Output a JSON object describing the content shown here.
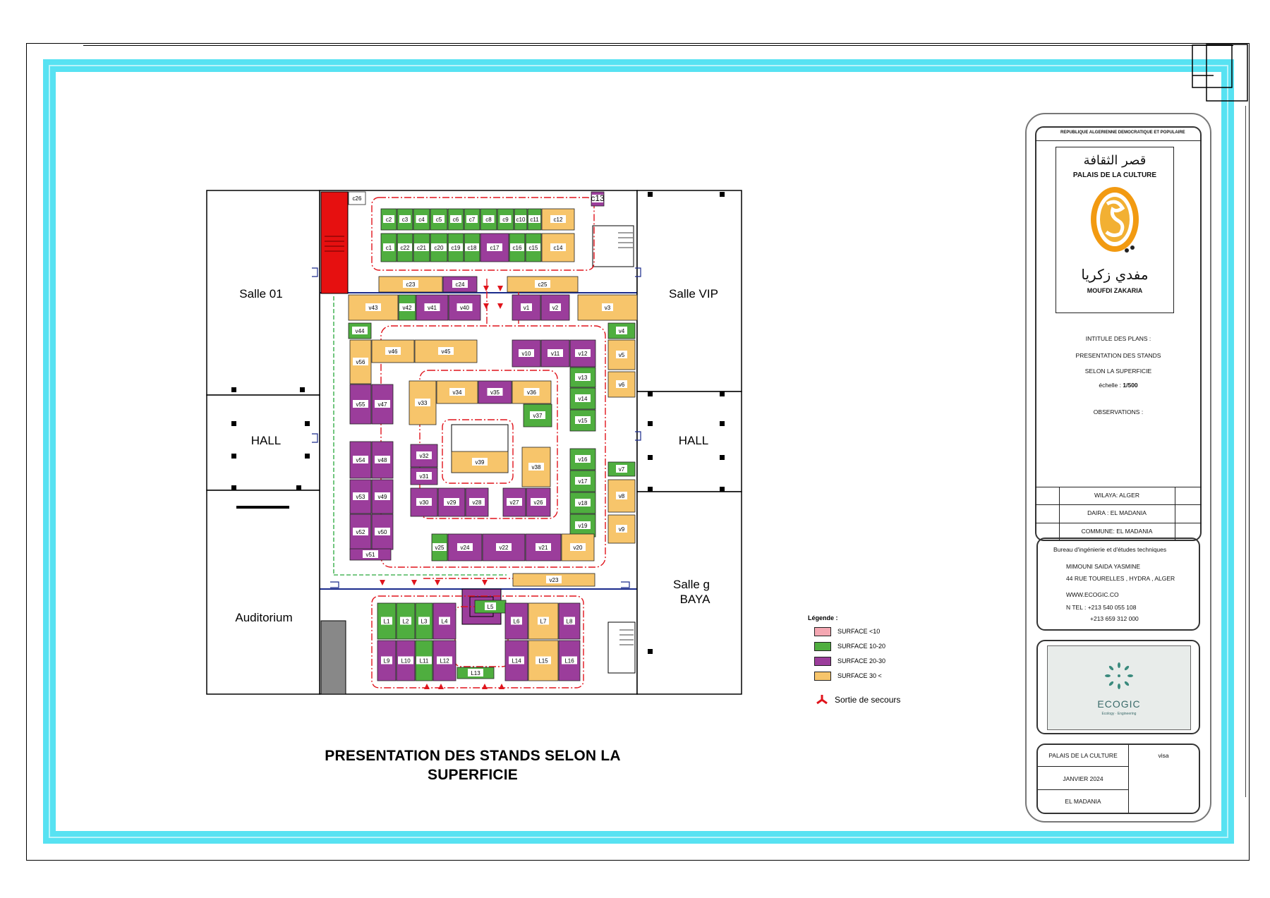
{
  "colors": {
    "under10": "#f4a7b2",
    "s10_20": "#4fae3f",
    "s20_30": "#9b3d9b",
    "s30plus": "#f7c56b",
    "frame": "#57e2f2",
    "exit": "#e0141c",
    "red_zone": "#e61010"
  },
  "rooms": {
    "salle01": "Salle  01",
    "hall_left": "HALL",
    "auditorium": "Auditorium",
    "salle_vip": "Salle  VIP",
    "hall_right": "HALL",
    "salle_baya_1": "Salle g",
    "salle_baya_2": "BAYA"
  },
  "stands": [
    {
      "id": "c2",
      "size": "s10_20"
    },
    {
      "id": "c3",
      "size": "s10_20"
    },
    {
      "id": "c4",
      "size": "s10_20"
    },
    {
      "id": "c5",
      "size": "s10_20"
    },
    {
      "id": "c6",
      "size": "s10_20"
    },
    {
      "id": "c7",
      "size": "s10_20"
    },
    {
      "id": "c8",
      "size": "s10_20"
    },
    {
      "id": "c9",
      "size": "s10_20"
    },
    {
      "id": "c10",
      "size": "s10_20"
    },
    {
      "id": "c11",
      "size": "s10_20"
    },
    {
      "id": "c12",
      "size": "s30plus"
    },
    {
      "id": "c1",
      "size": "s10_20"
    },
    {
      "id": "c22",
      "size": "s10_20"
    },
    {
      "id": "c21",
      "size": "s10_20"
    },
    {
      "id": "c20",
      "size": "s10_20"
    },
    {
      "id": "c19",
      "size": "s10_20"
    },
    {
      "id": "c18",
      "size": "s10_20"
    },
    {
      "id": "c17",
      "size": "s20_30"
    },
    {
      "id": "c16",
      "size": "s10_20"
    },
    {
      "id": "c15",
      "size": "s10_20"
    },
    {
      "id": "c14",
      "size": "s30plus"
    },
    {
      "id": "c26",
      "size": "none"
    },
    {
      "id": "c13",
      "size": "s20_30"
    },
    {
      "id": "c23",
      "size": "s30plus"
    },
    {
      "id": "c24",
      "size": "s20_30"
    },
    {
      "id": "c25",
      "size": "s30plus"
    },
    {
      "id": "v43",
      "size": "s30plus"
    },
    {
      "id": "v42",
      "size": "s10_20"
    },
    {
      "id": "v41",
      "size": "s20_30"
    },
    {
      "id": "v40",
      "size": "s20_30"
    },
    {
      "id": "v1",
      "size": "s20_30"
    },
    {
      "id": "v2",
      "size": "s20_30"
    },
    {
      "id": "v3",
      "size": "s30plus"
    },
    {
      "id": "v44",
      "size": "s10_20"
    },
    {
      "id": "v4",
      "size": "s10_20"
    },
    {
      "id": "v56",
      "size": "s30plus"
    },
    {
      "id": "v46",
      "size": "s30plus"
    },
    {
      "id": "v45",
      "size": "s30plus"
    },
    {
      "id": "v10",
      "size": "s20_30"
    },
    {
      "id": "v11",
      "size": "s20_30"
    },
    {
      "id": "v12",
      "size": "s20_30"
    },
    {
      "id": "v5",
      "size": "s30plus"
    },
    {
      "id": "v13",
      "size": "s10_20"
    },
    {
      "id": "v6",
      "size": "s30plus"
    },
    {
      "id": "v55",
      "size": "s20_30"
    },
    {
      "id": "v47",
      "size": "s20_30"
    },
    {
      "id": "v33",
      "size": "s30plus"
    },
    {
      "id": "v34",
      "size": "s30plus"
    },
    {
      "id": "v35",
      "size": "s20_30"
    },
    {
      "id": "v36",
      "size": "s30plus"
    },
    {
      "id": "v14",
      "size": "s10_20"
    },
    {
      "id": "v37",
      "size": "s10_20"
    },
    {
      "id": "v15",
      "size": "s10_20"
    },
    {
      "id": "v39",
      "size": "s30plus"
    },
    {
      "id": "v32",
      "size": "s20_30"
    },
    {
      "id": "v31",
      "size": "s20_30"
    },
    {
      "id": "v38",
      "size": "s30plus"
    },
    {
      "id": "v54",
      "size": "s20_30"
    },
    {
      "id": "v48",
      "size": "s20_30"
    },
    {
      "id": "v16",
      "size": "s10_20"
    },
    {
      "id": "v7",
      "size": "s10_20"
    },
    {
      "id": "v17",
      "size": "s10_20"
    },
    {
      "id": "v8",
      "size": "s30plus"
    },
    {
      "id": "v53",
      "size": "s20_30"
    },
    {
      "id": "v49",
      "size": "s20_30"
    },
    {
      "id": "v30",
      "size": "s20_30"
    },
    {
      "id": "v29",
      "size": "s20_30"
    },
    {
      "id": "v28",
      "size": "s20_30"
    },
    {
      "id": "v27",
      "size": "s20_30"
    },
    {
      "id": "v26",
      "size": "s20_30"
    },
    {
      "id": "v18",
      "size": "s10_20"
    },
    {
      "id": "v52",
      "size": "s20_30"
    },
    {
      "id": "v50",
      "size": "s20_30"
    },
    {
      "id": "v19",
      "size": "s10_20"
    },
    {
      "id": "v9",
      "size": "s30plus"
    },
    {
      "id": "v51",
      "size": "s20_30"
    },
    {
      "id": "v25",
      "size": "s10_20"
    },
    {
      "id": "v24",
      "size": "s20_30"
    },
    {
      "id": "v22",
      "size": "s20_30"
    },
    {
      "id": "v21",
      "size": "s20_30"
    },
    {
      "id": "v20",
      "size": "s30plus"
    },
    {
      "id": "v23",
      "size": "s30plus"
    },
    {
      "id": "L5",
      "size": "s10_20"
    },
    {
      "id": "L1",
      "size": "s10_20"
    },
    {
      "id": "L2",
      "size": "s10_20"
    },
    {
      "id": "L3",
      "size": "s10_20"
    },
    {
      "id": "L4",
      "size": "s20_30"
    },
    {
      "id": "L6",
      "size": "s20_30"
    },
    {
      "id": "L7",
      "size": "s30plus"
    },
    {
      "id": "L8",
      "size": "s20_30"
    },
    {
      "id": "L9",
      "size": "s20_30"
    },
    {
      "id": "L10",
      "size": "s20_30"
    },
    {
      "id": "L11",
      "size": "s10_20"
    },
    {
      "id": "L12",
      "size": "s20_30"
    },
    {
      "id": "L13",
      "size": "s10_20"
    },
    {
      "id": "L14",
      "size": "s20_30"
    },
    {
      "id": "L15",
      "size": "s30plus"
    },
    {
      "id": "L16",
      "size": "s20_30"
    }
  ],
  "legend": {
    "title": "Légende :",
    "items": [
      {
        "key": "under10",
        "label": "SURFACE <10"
      },
      {
        "key": "s10_20",
        "label": "SURFACE 10-20"
      },
      {
        "key": "s20_30",
        "label": "SURFACE 20-30"
      },
      {
        "key": "s30plus",
        "label": "SURFACE 30 <"
      }
    ],
    "exit_label": "Sortie de secours"
  },
  "plan_title_line1": "PRESENTATION DES STANDS SELON LA",
  "plan_title_line2": "SUPERFICIE",
  "title_block": {
    "republic": "REPUBLIQUE ALGERIENNE DEMOCRATIQUE ET POPULAIRE",
    "logo_arabic_top": "قصر الثقافة",
    "logo_french": "PALAIS DE LA CULTURE",
    "logo_arabic_bottom": "مفدي زكريا",
    "logo_name": "MOUFDI ZAKARIA",
    "intitule": "INTITULE DES PLANS :",
    "plan_name_1": "PRESENTATION DES STANDS",
    "plan_name_2": "SELON LA SUPERFICIE",
    "echelle_label": "échelle : ",
    "echelle_value": "1/500",
    "observations": "OBSERVATIONS :",
    "wilaya": "WILAYA: ALGER",
    "daira": "DAIRA : EL MADANIA",
    "commune": "COMMUNE: EL MADANIA",
    "bureau": "Bureau d'ingénierie et d'études techniques",
    "person": "MIMOUNI SAIDA YASMINE",
    "address": "44 RUE TOURELLES , HYDRA , ALGER",
    "web": "WWW.ECOGIC.CO",
    "tel1": "N TEL : +213 540 055 108",
    "tel2": "+213 659 312 000",
    "brand": "ECOGIC",
    "brand_tagline": "Ecology · Engineering",
    "client": "PALAIS DE LA CULTURE",
    "visa": "visa",
    "date": "JANVIER 2024",
    "place": "EL MADANIA"
  }
}
